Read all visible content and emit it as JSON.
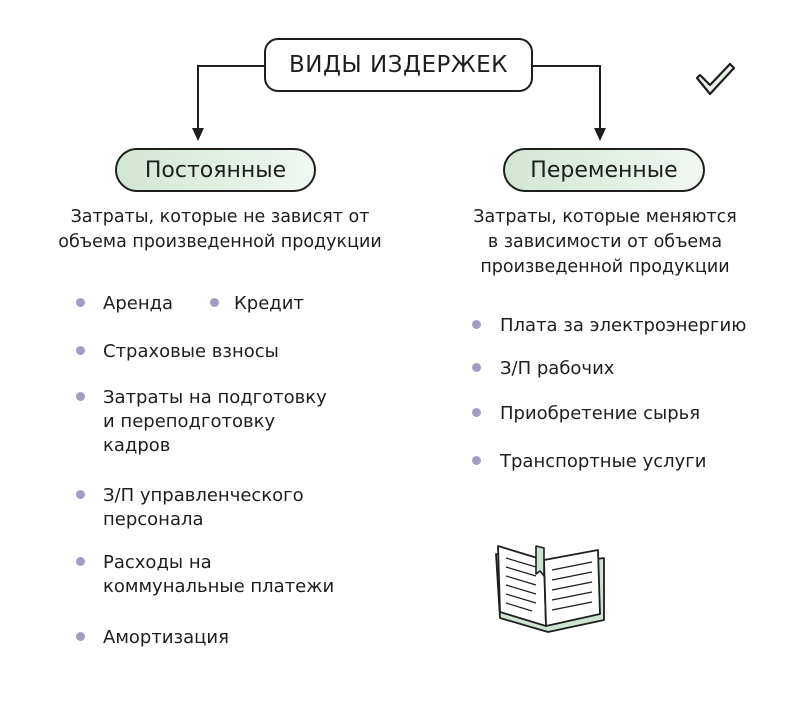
{
  "title": "ВИДЫ ИЗДЕРЖЕК",
  "fixed": {
    "label": "Постоянные",
    "description": "Затраты, которые не зависят от\nобъема произведенной продукции",
    "items": [
      "Аренда",
      "Кредит",
      "Страховые взносы",
      "Затраты на подготовку\nи переподготовку\nкадров",
      "З/П управленческого\nперсонала",
      "Расходы на\nкоммунальные платежи",
      "Амортизация"
    ]
  },
  "variable": {
    "label": "Переменные",
    "description": "Затраты, которые меняются\nв зависимости от объема\nпроизведенной продукции",
    "items": [
      "Плата за электроэнергию",
      "З/П рабочих",
      "Приобретение сырья",
      "Транспортные услуги"
    ]
  },
  "colors": {
    "pill_fill": "#d9eadb",
    "bullet_dot": "#a49ac2",
    "outline": "#1e1e1e",
    "check_accent": "#e6f0e4"
  },
  "icons": [
    "check-icon",
    "open-book-icon"
  ]
}
